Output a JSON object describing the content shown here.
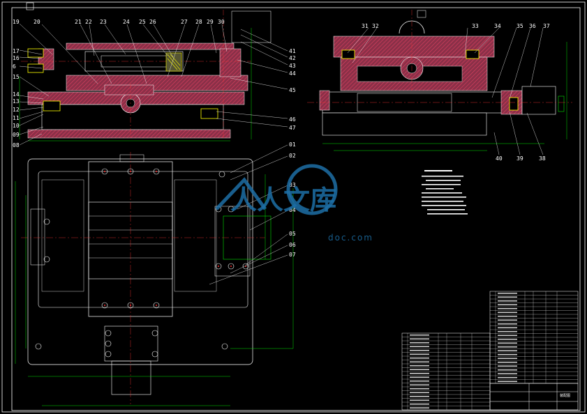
{
  "colors": {
    "background": "#000000",
    "outline": "#ffffff",
    "section": "#a0405a",
    "hatch": "#d03050",
    "dimension": "#00e000",
    "center": "#ff3030",
    "highlight": "#ffff00",
    "watermark": "#1d6fa6",
    "cyan": "#40c0ff"
  },
  "front_view_labels": {
    "left": [
      "19",
      "17",
      "16",
      "6",
      "15",
      "14",
      "13",
      "12",
      "11",
      "10",
      "09",
      "08"
    ],
    "top": [
      "20",
      "21",
      "22",
      "23",
      "24",
      "25",
      "26",
      "27",
      "28",
      "29",
      "30"
    ],
    "right": [
      "41",
      "42",
      "43",
      "44",
      "45",
      "46",
      "47"
    ]
  },
  "side_view_labels": {
    "top": [
      "31",
      "32",
      "33",
      "34",
      "35",
      "36",
      "37"
    ],
    "bottom": [
      "40",
      "39",
      "38"
    ]
  },
  "plan_view_labels": [
    "01",
    "02",
    "03",
    "04",
    "05",
    "06",
    "07"
  ],
  "watermark": {
    "text": "人人文库",
    "url": "doc.com"
  },
  "title_block": {
    "assembly_name": "装配图"
  }
}
